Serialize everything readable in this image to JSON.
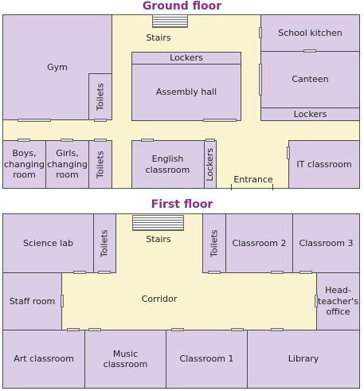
{
  "ground_floor": {
    "title": "Ground floor",
    "gym": "Gym",
    "toilets_left": "Toilets",
    "stairs": "Stairs",
    "lockers_top": "Lockers",
    "assembly_hall": "Assembly hall",
    "school_kitchen": "School kitchen",
    "canteen": "Canteen",
    "lockers_right": "Lockers",
    "boys_changing": "Boys,\nchanging\nroom",
    "girls_changing": "Girls,\nchanging\nroom",
    "toilets_bottom": "Toilets",
    "english_classroom": "English\nclassroom",
    "lockers_bottom": "Lockers",
    "entrance": "Entrance",
    "it_classroom": "IT classroom"
  },
  "first_floor": {
    "title": "First floor",
    "science_lab": "Science lab",
    "toilets_left": "Toilets",
    "stairs": "Stairs",
    "toilets_right": "Toilets",
    "classroom_2": "Classroom 2",
    "classroom_3": "Classroom 3",
    "staff_room": "Staff room",
    "corridor": "Corridor",
    "head_office": "Head-\nteacher's\noffice",
    "art_classroom": "Art classroom",
    "music_classroom": "Music\nclassroom",
    "classroom_1": "Classroom 1",
    "library": "Library"
  },
  "colors": {
    "heading": "#8a2f87",
    "room": "#dccde6",
    "corridor": "#f9f3cf",
    "wall": "#4a4a4a"
  }
}
